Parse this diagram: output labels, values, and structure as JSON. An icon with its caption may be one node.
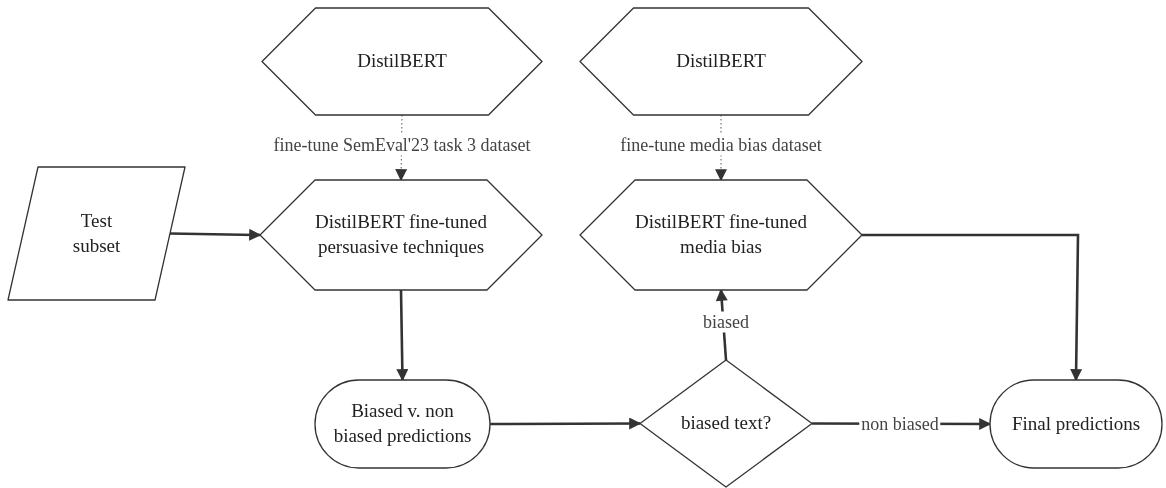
{
  "diagram": {
    "nodes": [
      {
        "text": [
          "DistilBERT"
        ]
      },
      {
        "text": [
          "DistilBERT"
        ]
      },
      {
        "text": [
          "DistilBERT fine-tuned persuasive techniques"
        ]
      },
      {
        "text": [
          "DistilBERT fine-tuned media bias"
        ]
      },
      {
        "text": [
          "Test subset"
        ]
      },
      {
        "text": [
          "Biased v. non biased predictions"
        ]
      },
      {
        "text": [
          "biased text?"
        ]
      },
      {
        "text": [
          "Final predictions"
        ]
      }
    ],
    "edges": [
      {
        "from": 0,
        "to": 2,
        "arrow": "to",
        "label": "fine-tune SemEval'23 task 3 dataset",
        "style": "dashed"
      },
      {
        "from": 1,
        "to": 3,
        "arrow": "to",
        "label": "fine-tune media bias dataset",
        "style": "dashed"
      },
      {
        "from": 4,
        "to": 2,
        "arrow": "to"
      },
      {
        "from": 2,
        "to": 5,
        "arrow": "to"
      },
      {
        "from": 5,
        "to": 6,
        "arrow": "to"
      },
      {
        "from": 6,
        "to": 3,
        "arrow": "to",
        "label": "biased"
      },
      {
        "from": 6,
        "to": 7,
        "arrow": "to",
        "label": "non biased"
      },
      {
        "from": 3,
        "to": 7,
        "arrow": "to"
      }
    ]
  }
}
